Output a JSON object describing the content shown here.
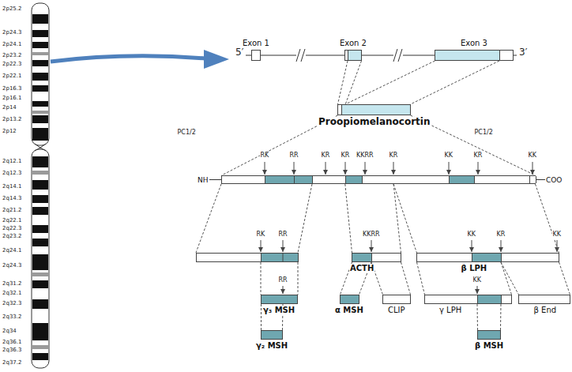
{
  "diagram": {
    "nodes": [
      {
        "text": [
          "Exon 1"
        ]
      },
      {
        "text": [
          "Exon 2"
        ]
      },
      {
        "text": [
          "Exon 3"
        ]
      },
      {
        "text": [
          "Proopiomelanocortin"
        ]
      },
      {
        "text": [
          "NH",
          "COO"
        ]
      },
      {
        "text": [
          "ACTH"
        ]
      },
      {
        "text": [
          "β LPH"
        ]
      },
      {
        "text": [
          "γ₃ MSH"
        ]
      },
      {
        "text": [
          "α MSH"
        ]
      },
      {
        "text": [
          "CLIP"
        ]
      },
      {
        "text": [
          "γ LPH"
        ]
      },
      {
        "text": [
          "β End"
        ]
      },
      {
        "text": [
          "γ₂ MSH"
        ]
      },
      {
        "text": [
          "β MSH"
        ]
      }
    ],
    "edges": [
      {
        "from": 1,
        "to": 3,
        "arrow": "none"
      },
      {
        "from": 2,
        "to": 3,
        "arrow": "none"
      },
      {
        "from": 3,
        "to": 4,
        "arrow": "none"
      },
      {
        "from": 4,
        "to": 5,
        "arrow": "none"
      },
      {
        "from": 4,
        "to": 6,
        "arrow": "none"
      },
      {
        "from": 5,
        "to": 8,
        "arrow": "none"
      },
      {
        "from": 5,
        "to": 9,
        "arrow": "none"
      },
      {
        "from": 6,
        "to": 10,
        "arrow": "none"
      },
      {
        "from": 6,
        "to": 11,
        "arrow": "none"
      },
      {
        "from": 7,
        "to": 12,
        "arrow": "none"
      },
      {
        "from": 10,
        "to": 13,
        "arrow": "none"
      }
    ],
    "labels": [
      "2p25.2",
      "2p24.3",
      "2p24.1",
      "2p23.2",
      "2p22.3",
      "2p22.1",
      "2p16.3",
      "2p16.1",
      "2p14",
      "2p13.2",
      "2p12",
      "2q12.1",
      "2q12.3",
      "2q14.1",
      "2q14.3",
      "2q21.2",
      "2q22.1",
      "2q22.3",
      "2q23.2",
      "2q24.1",
      "2q24.3",
      "2q31.2",
      "2q32.1",
      "2q32.3",
      "2q33.2",
      "2q34",
      "2q36.1",
      "2q36.3",
      "2q37.2",
      "5′",
      "3′",
      "PC1/2",
      "PC1/2",
      "RK",
      "RR",
      "KR",
      "KR",
      "KKRR",
      "KR",
      "KK",
      "KR",
      "KK",
      "RK",
      "RR",
      "KKRR",
      "KK",
      "KR",
      "KK",
      "RR",
      "KK"
    ]
  }
}
